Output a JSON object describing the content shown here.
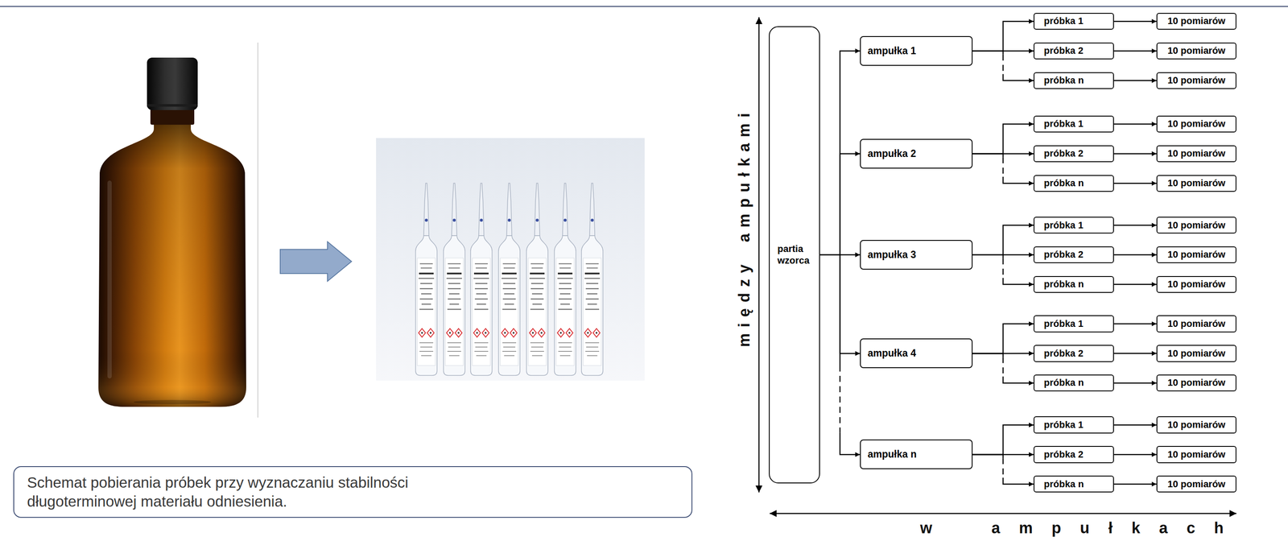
{
  "diagram": {
    "nodes": [
      {
        "text": [
          "partia wzorca"
        ]
      },
      {
        "text": [
          "ampułka 1"
        ]
      },
      {
        "text": [
          "próbka 1"
        ]
      },
      {
        "text": [
          "10 pomiarów"
        ]
      },
      {
        "text": [
          "próbka 2"
        ]
      },
      {
        "text": [
          "10 pomiarów"
        ]
      },
      {
        "text": [
          "próbka n"
        ]
      },
      {
        "text": [
          "10 pomiarów"
        ]
      },
      {
        "text": [
          "ampułka 2"
        ]
      },
      {
        "text": [
          "próbka 1"
        ]
      },
      {
        "text": [
          "10 pomiarów"
        ]
      },
      {
        "text": [
          "próbka 2"
        ]
      },
      {
        "text": [
          "10 pomiarów"
        ]
      },
      {
        "text": [
          "próbka n"
        ]
      },
      {
        "text": [
          "10 pomiarów"
        ]
      },
      {
        "text": [
          "ampułka 3"
        ]
      },
      {
        "text": [
          "próbka 1"
        ]
      },
      {
        "text": [
          "10 pomiarów"
        ]
      },
      {
        "text": [
          "próbka 2"
        ]
      },
      {
        "text": [
          "10 pomiarów"
        ]
      },
      {
        "text": [
          "próbka n"
        ]
      },
      {
        "text": [
          "10 pomiarów"
        ]
      },
      {
        "text": [
          "ampułka 4"
        ]
      },
      {
        "text": [
          "próbka 1"
        ]
      },
      {
        "text": [
          "10 pomiarów"
        ]
      },
      {
        "text": [
          "próbka 2"
        ]
      },
      {
        "text": [
          "10 pomiarów"
        ]
      },
      {
        "text": [
          "próbka n"
        ]
      },
      {
        "text": [
          "10 pomiarów"
        ]
      },
      {
        "text": [
          "ampułka n"
        ]
      },
      {
        "text": [
          "próbka 1"
        ]
      },
      {
        "text": [
          "10 pomiarów"
        ]
      },
      {
        "text": [
          "próbka 2"
        ]
      },
      {
        "text": [
          "10 pomiarów"
        ]
      },
      {
        "text": [
          "próbka n"
        ]
      },
      {
        "text": [
          "10 pomiarów"
        ]
      },
      {
        "text": [
          "Schemat pobierania próbek przy wyznaczaniu stabilności długoterminowej materiału odniesienia."
        ]
      }
    ],
    "edges": [
      {
        "from": 0,
        "to": 1,
        "arrow": "to"
      },
      {
        "from": 1,
        "to": 2,
        "arrow": "to"
      },
      {
        "from": 2,
        "to": 3,
        "arrow": "to"
      },
      {
        "from": 1,
        "to": 4,
        "arrow": "to"
      },
      {
        "from": 4,
        "to": 5,
        "arrow": "to"
      },
      {
        "from": 1,
        "to": 6,
        "arrow": "to"
      },
      {
        "from": 6,
        "to": 7,
        "arrow": "to"
      },
      {
        "from": 0,
        "to": 8,
        "arrow": "to"
      },
      {
        "from": 8,
        "to": 9,
        "arrow": "to"
      },
      {
        "from": 9,
        "to": 10,
        "arrow": "to"
      },
      {
        "from": 8,
        "to": 11,
        "arrow": "to"
      },
      {
        "from": 11,
        "to": 12,
        "arrow": "to"
      },
      {
        "from": 8,
        "to": 13,
        "arrow": "to"
      },
      {
        "from": 13,
        "to": 14,
        "arrow": "to"
      },
      {
        "from": 0,
        "to": 15,
        "arrow": "to"
      },
      {
        "from": 15,
        "to": 16,
        "arrow": "to"
      },
      {
        "from": 16,
        "to": 17,
        "arrow": "to"
      },
      {
        "from": 15,
        "to": 18,
        "arrow": "to"
      },
      {
        "from": 18,
        "to": 19,
        "arrow": "to"
      },
      {
        "from": 15,
        "to": 20,
        "arrow": "to"
      },
      {
        "from": 20,
        "to": 21,
        "arrow": "to"
      },
      {
        "from": 0,
        "to": 22,
        "arrow": "to"
      },
      {
        "from": 22,
        "to": 23,
        "arrow": "to"
      },
      {
        "from": 23,
        "to": 24,
        "arrow": "to"
      },
      {
        "from": 22,
        "to": 25,
        "arrow": "to"
      },
      {
        "from": 25,
        "to": 26,
        "arrow": "to"
      },
      {
        "from": 22,
        "to": 27,
        "arrow": "to"
      },
      {
        "from": 27,
        "to": 28,
        "arrow": "to"
      },
      {
        "from": 0,
        "to": 29,
        "arrow": "to"
      },
      {
        "from": 29,
        "to": 30,
        "arrow": "to"
      },
      {
        "from": 30,
        "to": 31,
        "arrow": "to"
      },
      {
        "from": 29,
        "to": 32,
        "arrow": "to"
      },
      {
        "from": 32,
        "to": 33,
        "arrow": "to"
      },
      {
        "from": 29,
        "to": 34,
        "arrow": "to"
      },
      {
        "from": 34,
        "to": 35,
        "arrow": "to"
      }
    ],
    "labels": [
      "między ampułkami",
      "w ampułkach"
    ]
  }
}
